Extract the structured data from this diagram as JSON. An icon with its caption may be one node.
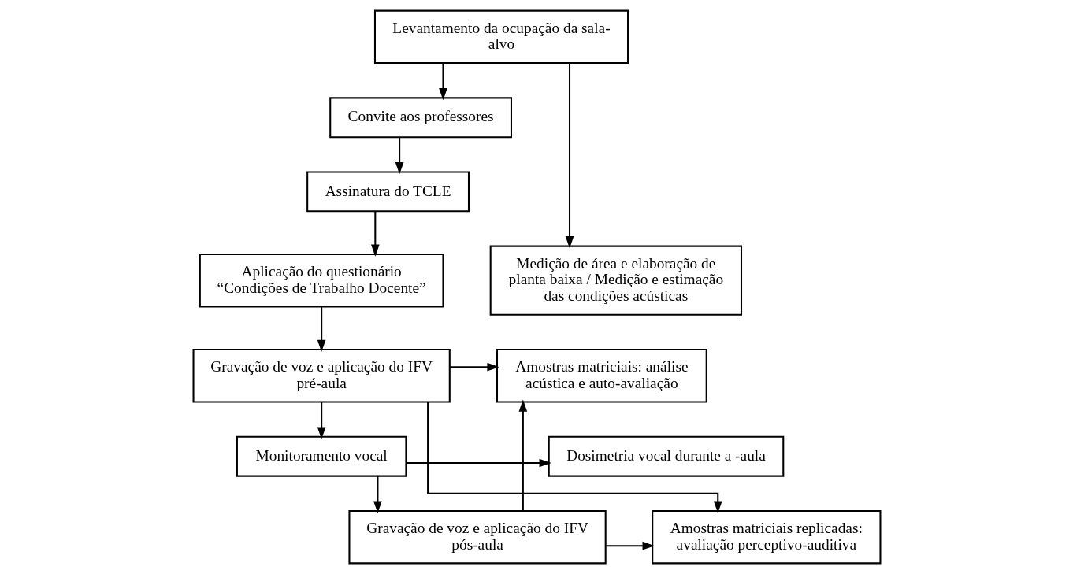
{
  "diagram": {
    "nodes": [
      {
        "text": [
          "Levantamento da ocupação da sala-alvo"
        ]
      },
      {
        "text": [
          "Convite aos professores"
        ]
      },
      {
        "text": [
          "Assinatura do TCLE"
        ]
      },
      {
        "text": [
          "Aplicação do questionário “Condições de Trabalho Docente”"
        ]
      },
      {
        "text": [
          "Medição de área e elaboração de planta baixa / Medição e estimação das condições acústicas"
        ]
      },
      {
        "text": [
          "Gravação de voz e aplicação do IFV pré-aula"
        ]
      },
      {
        "text": [
          "Amostras matriciais: análise acústica e auto-avaliação"
        ]
      },
      {
        "text": [
          "Monitoramento vocal"
        ]
      },
      {
        "text": [
          "Dosimetria vocal durante a -aula"
        ]
      },
      {
        "text": [
          "Amostras matriciais replicadas: avaliação perceptivo-auditiva"
        ]
      },
      {
        "text": [
          "Gravação de voz e aplicação do IFV pós-aula"
        ]
      }
    ],
    "edges": [
      {
        "from": 0,
        "to": 1,
        "arrow": "to"
      },
      {
        "from": 0,
        "to": 4,
        "arrow": "to"
      },
      {
        "from": 1,
        "to": 2,
        "arrow": "to"
      },
      {
        "from": 2,
        "to": 3,
        "arrow": "to"
      },
      {
        "from": 3,
        "to": 5,
        "arrow": "to"
      },
      {
        "from": 5,
        "to": 6,
        "arrow": "to"
      },
      {
        "from": 10,
        "to": 6,
        "arrow": "to"
      },
      {
        "from": 5,
        "to": 9,
        "arrow": "to"
      },
      {
        "from": 10,
        "to": 9,
        "arrow": "to"
      },
      {
        "from": 5,
        "to": 7,
        "arrow": "to"
      },
      {
        "from": 7,
        "to": 8,
        "arrow": "to"
      },
      {
        "from": 7,
        "to": 10,
        "arrow": "to"
      }
    ]
  }
}
